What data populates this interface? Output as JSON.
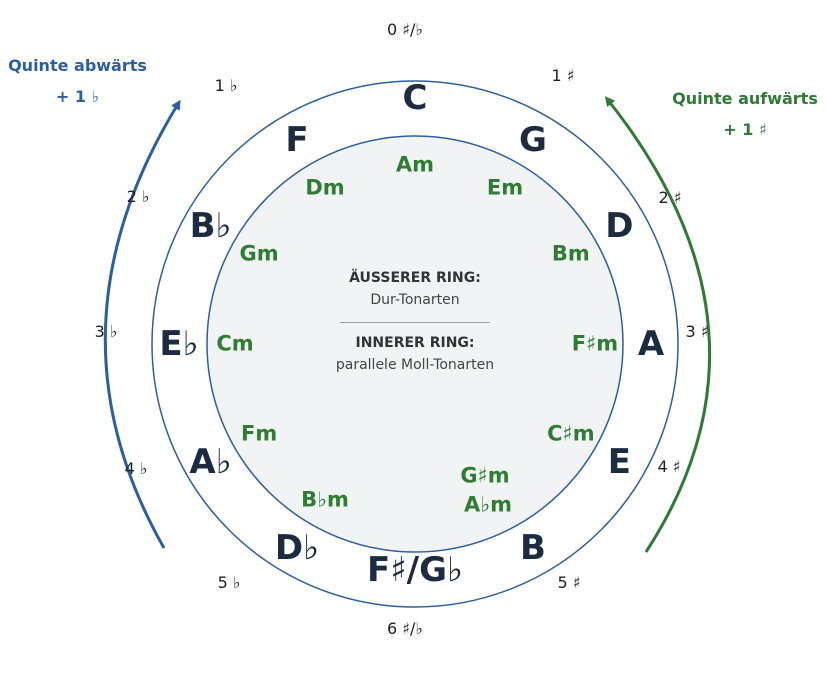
{
  "colors": {
    "major_text": "#1c2b3f",
    "minor_text": "#2e7d32",
    "ring_stroke": "#2c5fa0",
    "inner_fill": "#f1f3f5",
    "arrow_left": "#2c5fa0",
    "arrow_right": "#2f7a35"
  },
  "left_annotation": {
    "title": "Quinte abwärts",
    "sub": "+ 1 ♭"
  },
  "right_annotation": {
    "title": "Quinte aufwärts",
    "sub": "+ 1 ♯"
  },
  "center": {
    "outer_title": "ÄUSSERER RING:",
    "outer_sub": "Dur-Tonarten",
    "inner_title": "INNERER RING:",
    "inner_sub": "parallele Moll-Tonarten"
  },
  "accidentals": {
    "top": "0 ♯/♭",
    "bottom": "6 ♯/♭",
    "right": [
      "1 ♯",
      "2 ♯",
      "3 ♯",
      "4 ♯",
      "5 ♯"
    ],
    "left": [
      "1 ♭",
      "2 ♭",
      "3 ♭",
      "4 ♭",
      "5 ♭"
    ]
  },
  "keys": [
    {
      "major": "C",
      "minor": "Am"
    },
    {
      "major": "G",
      "minor": "Em"
    },
    {
      "major": "D",
      "minor": "Bm"
    },
    {
      "major": "A",
      "minor": "F♯m"
    },
    {
      "major": "E",
      "minor": "C♯m"
    },
    {
      "major": "B",
      "minor": "G♯m"
    },
    {
      "major": "F♯/G♭",
      "minor": "A♭m"
    },
    {
      "major": "D♭",
      "minor": "B♭m"
    },
    {
      "major": "A♭",
      "minor": "Fm"
    },
    {
      "major": "E♭",
      "minor": "Cm"
    },
    {
      "major": "B♭",
      "minor": "Gm"
    },
    {
      "major": "F",
      "minor": "Dm"
    }
  ]
}
